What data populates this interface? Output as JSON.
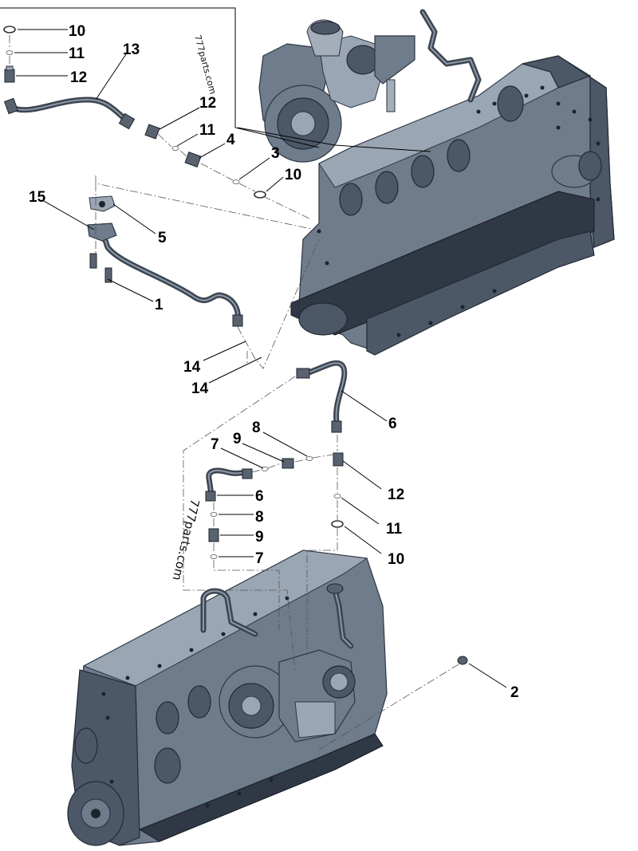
{
  "watermarks": {
    "top": "777parts.com",
    "middle": "777parts.com"
  },
  "callouts": {
    "c10a": "10",
    "c11a": "11",
    "c12a": "12",
    "c13": "13",
    "c12b": "12",
    "c11b": "11",
    "c4": "4",
    "c3": "3",
    "c10b": "10",
    "c15": "15",
    "c5": "5",
    "c1": "1",
    "c14a": "14",
    "c14b": "14",
    "c6a": "6",
    "c8a": "8",
    "c9a": "9",
    "c7a": "7",
    "c6b": "6",
    "c12c": "12",
    "c8b": "8",
    "c11c": "11",
    "c9b": "9",
    "c10c": "10",
    "c7b": "7",
    "c2": "2"
  },
  "colors": {
    "engine_block": "#6f7c8c",
    "engine_dark": "#4c5867",
    "pipe": "#3c4552",
    "background": "#ffffff"
  }
}
